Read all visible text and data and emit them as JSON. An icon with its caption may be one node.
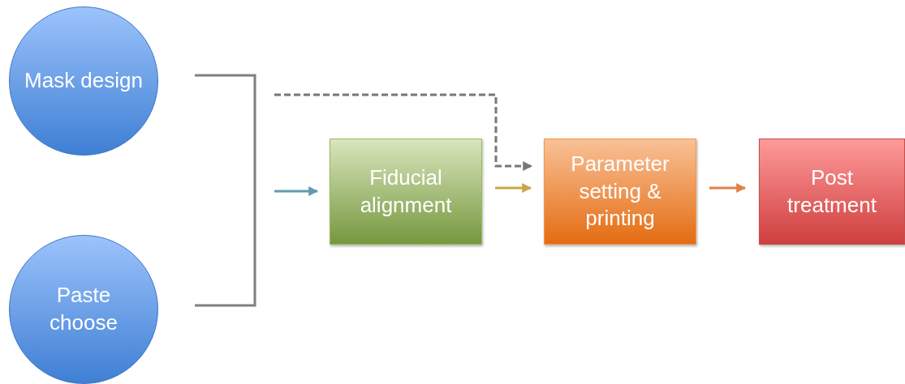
{
  "diagram": {
    "nodes": [
      {
        "text": [
          "Mask design"
        ]
      },
      {
        "text": [
          "Paste choose"
        ]
      },
      {
        "text": [
          "Fiducial alignment"
        ]
      },
      {
        "text": [
          "Parameter setting & printing"
        ]
      },
      {
        "text": [
          "Post treatment"
        ]
      }
    ],
    "edges": [
      {
        "from": null,
        "to": 2,
        "arrow": "to",
        "color": "#5f9cb0"
      },
      {
        "from": null,
        "to": 3,
        "arrow": "to",
        "style": "dashed",
        "color": "#777777"
      },
      {
        "from": 2,
        "to": 3,
        "arrow": "to",
        "color": "#c9a643"
      },
      {
        "from": 3,
        "to": 4,
        "arrow": "to",
        "color": "#e0804a"
      }
    ]
  }
}
